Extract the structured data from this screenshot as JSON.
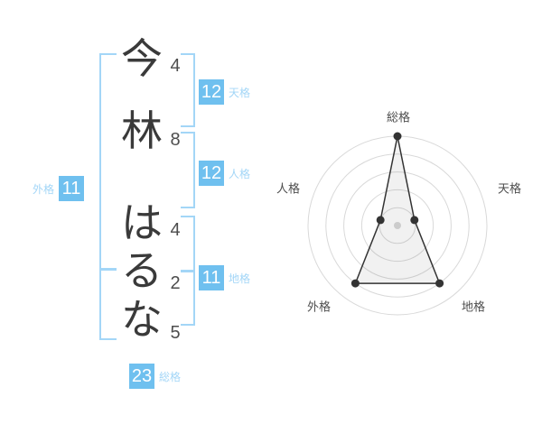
{
  "name": {
    "chars": [
      {
        "char": "今",
        "strokes": "4"
      },
      {
        "char": "林",
        "strokes": "8"
      },
      {
        "char": "は",
        "strokes": "4"
      },
      {
        "char": "る",
        "strokes": "2"
      },
      {
        "char": "な",
        "strokes": "5"
      }
    ]
  },
  "scores": {
    "tenkaku": {
      "value": "12",
      "label": "天格"
    },
    "jinkaku": {
      "value": "12",
      "label": "人格"
    },
    "chikaku": {
      "value": "11",
      "label": "地格"
    },
    "gaikaku": {
      "value": "11",
      "label": "外格"
    },
    "soukaku": {
      "value": "23",
      "label": "総格"
    }
  },
  "colors": {
    "badge_blue": "#6fc0ef",
    "light_blue": "#a3d6f7",
    "text_dark": "#3a3a3a",
    "text_gray": "#4d4d4d",
    "ring_gray": "#d9d9d9",
    "polygon_stroke": "#333333",
    "polygon_fill": "rgba(0,0,0,0.055)",
    "vertex_dot": "#333333",
    "center_dot": "#cccccc"
  },
  "chart_data": {
    "type": "radar",
    "axes": [
      "総格",
      "天格",
      "地格",
      "外格",
      "人格"
    ],
    "values": [
      5,
      1,
      4,
      4,
      1
    ],
    "max": 5,
    "rings": 5,
    "grid": "concentric-circles",
    "legend": "none",
    "title": ""
  }
}
